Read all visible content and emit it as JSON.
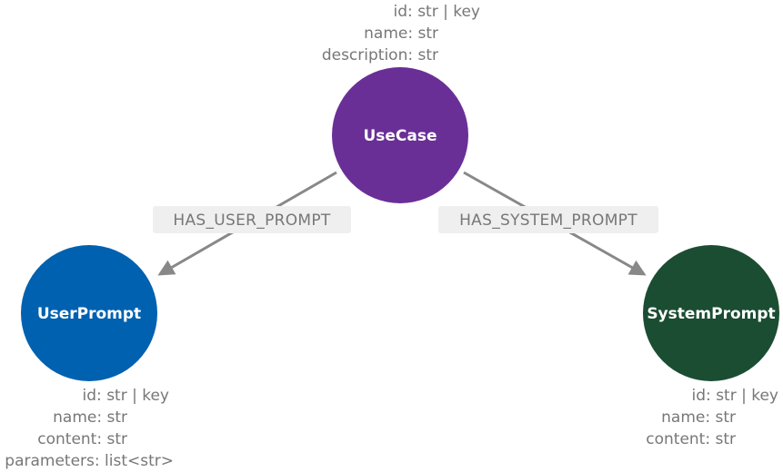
{
  "nodes": {
    "usecase": {
      "label": "UseCase",
      "color": "#6a2f96",
      "properties": [
        "id: str | key",
        "name: str",
        "description: str"
      ]
    },
    "userprompt": {
      "label": "UserPrompt",
      "color": "#0061b0",
      "properties": [
        "id: str | key",
        "name: str",
        "content: str",
        "parameters: list<str>"
      ]
    },
    "systemprompt": {
      "label": "SystemPrompt",
      "color": "#1b4d32",
      "properties": [
        "id: str | key",
        "name: str",
        "content: str"
      ]
    }
  },
  "edges": {
    "has_user_prompt": {
      "label": "HAS_USER_PROMPT",
      "source": "UseCase",
      "target": "UserPrompt"
    },
    "has_system_prompt": {
      "label": "HAS_SYSTEM_PROMPT",
      "source": "UseCase",
      "target": "SystemPrompt"
    }
  },
  "colors": {
    "edge": "#888888",
    "property_text": "#777777",
    "edge_label_bg": "#efefef"
  }
}
